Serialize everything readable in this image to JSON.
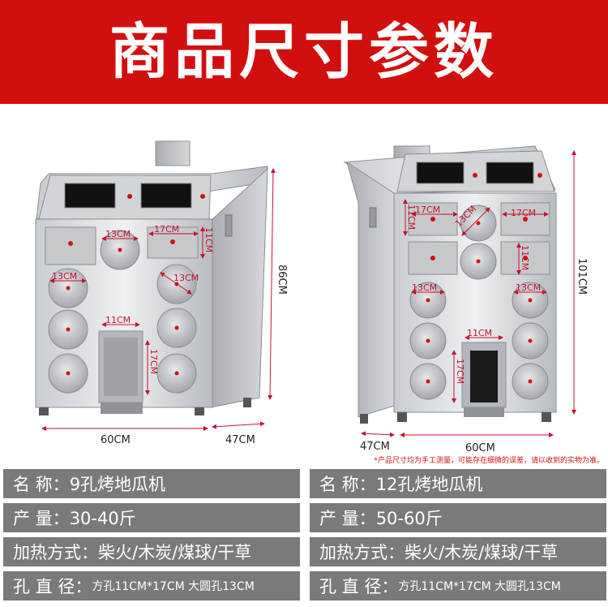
{
  "header": {
    "title": "商品尺寸参数"
  },
  "machine_left": {
    "dims": {
      "width": "60CM",
      "depth": "47CM",
      "height": "86CM",
      "hole_round_1": "13CM",
      "hole_round_2": "13CM",
      "hole_round_3": "13CM",
      "hole_square_w": "17CM",
      "hole_square_h": "11CM",
      "fire_w": "11CM",
      "fire_h": "17CM"
    }
  },
  "machine_right": {
    "dims": {
      "width": "60CM",
      "depth": "47CM",
      "height": "101CM",
      "hole_square_w_1": "17CM",
      "hole_square_w_2": "17CM",
      "hole_round_top": "13CM",
      "hole_square_h_1": "11CM",
      "hole_square_h_2": "11CM",
      "hole_round_1": "13CM",
      "hole_round_2": "13CM",
      "fire_w": "11CM",
      "fire_h": "17CM"
    }
  },
  "note": "*产品尺寸均为手工测量，可能存在细微的误差，请以收到的实物为准。",
  "specs": {
    "left": [
      {
        "label": "名  称：",
        "value": "9孔烤地瓜机"
      },
      {
        "label": "产  量：",
        "value": "30-40斤"
      },
      {
        "label": "加热方式：",
        "value": "柴火/木炭/煤球/干草"
      },
      {
        "label": "孔 直 径：",
        "value": "方孔11CM*17CM 大圆孔13CM"
      }
    ],
    "right": [
      {
        "label": "名  称：",
        "value": "12孔烤地瓜机"
      },
      {
        "label": "产  量：",
        "value": "50-60斤"
      },
      {
        "label": "加热方式：",
        "value": "柴火/木炭/煤球/干草"
      },
      {
        "label": "孔 直 径：",
        "value": "方孔11CM*17CM 大圆孔13CM"
      }
    ]
  }
}
